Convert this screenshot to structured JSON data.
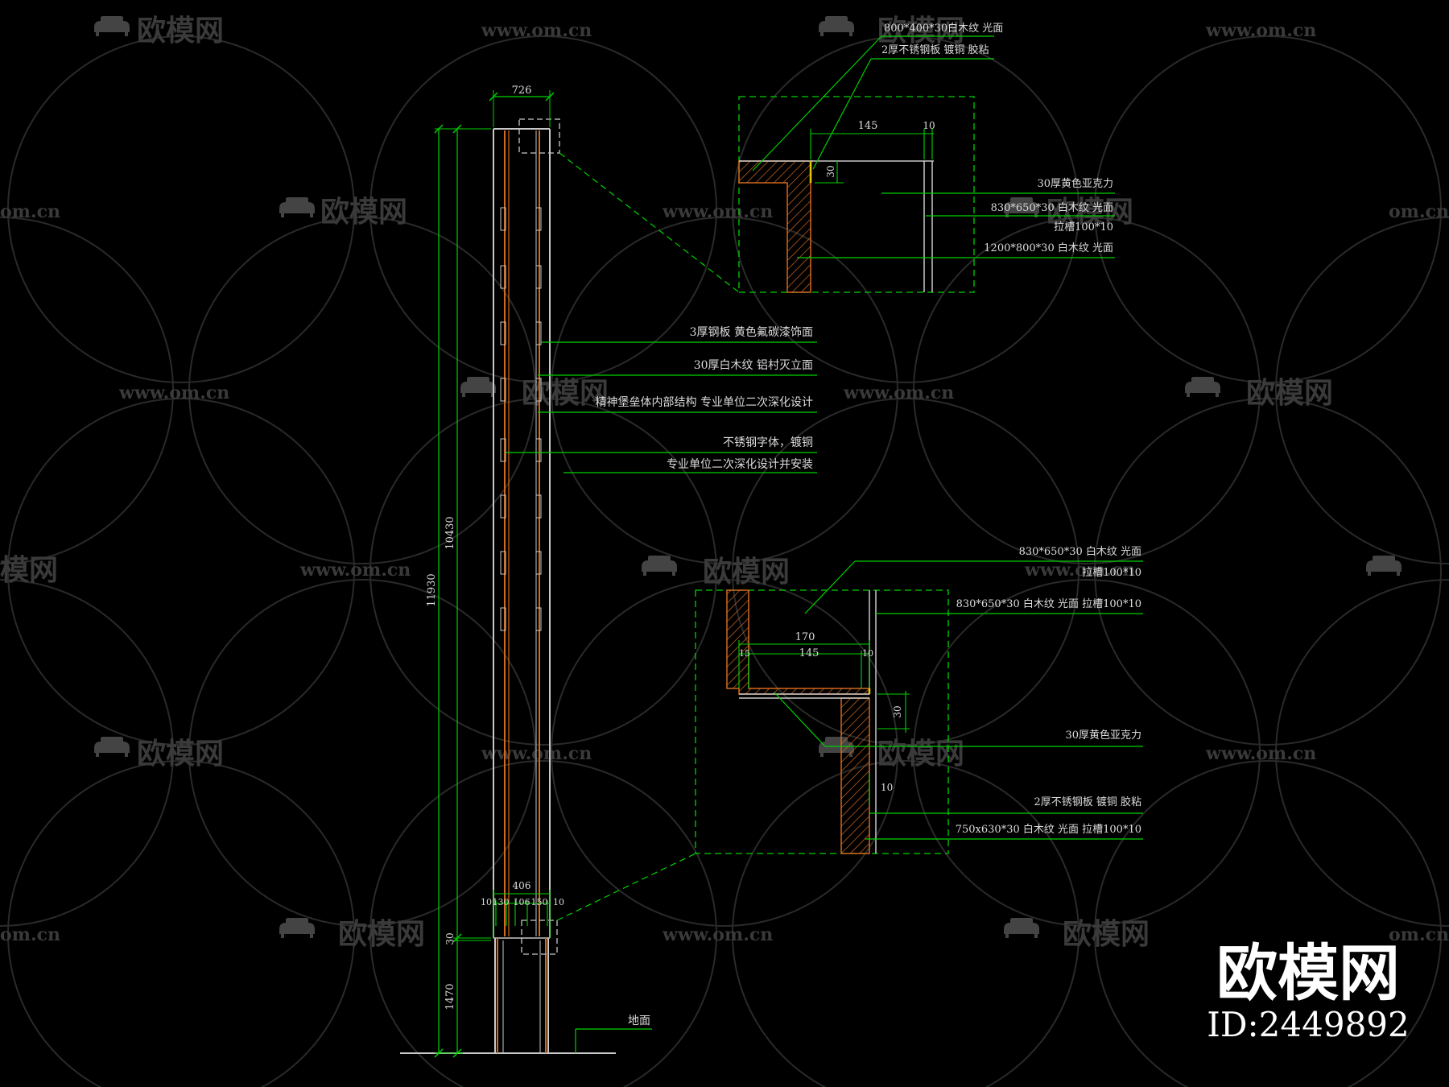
{
  "colors": {
    "background": "#000000",
    "line_green": "#00d200",
    "line_white": "#c8c8c8",
    "line_orange": "#d2691e",
    "line_yellow": "#e6c800",
    "text": "#dcdcdc",
    "watermark": "#3a3a3a"
  },
  "watermark": {
    "logo_text": "欧模网",
    "url_text": "www.om.cn",
    "url_text_partial": "om.cn",
    "logo_partial": "模网",
    "icon": "sofa-icon"
  },
  "brand": {
    "name": "欧模网",
    "id_label": "ID:2449892"
  },
  "elevation": {
    "dim_top_width": "726",
    "dim_total_height": "11930",
    "dim_upper_height": "10430",
    "dim_base_30": "30",
    "dim_base_1470": "1470",
    "dim_bottom_total": "406",
    "dim_bottom_parts": [
      "10",
      "130",
      "106",
      "150",
      "10"
    ],
    "ground_label": "地面",
    "callouts": [
      "3厚钢板 黄色氟碳漆饰面",
      "30厚白木纹 铝村灭立面",
      "精神堡垒体内部结构 专业单位二次深化设计",
      "不锈钢字体，镀铜",
      "专业单位二次深化设计并安装"
    ]
  },
  "detail_top": {
    "callouts_above": [
      "800*400*30白木纹 光面",
      "2厚不锈钢板 镀铜 胶粘"
    ],
    "dim_145": "145",
    "dim_10": "10",
    "dim_30": "30",
    "callouts_right": [
      "30厚黄色亚克力",
      "830*650*30 白木纹 光面",
      "拉槽100*10",
      "1200*800*30 白木纹 光面"
    ]
  },
  "detail_bottom": {
    "callouts_top": [
      "830*650*30 白木纹 光面",
      "拉槽100*10",
      "830*650*30 白木纹 光面 拉槽100*10"
    ],
    "dim_170": "170",
    "dim_15": "15",
    "dim_145": "145",
    "dim_10": "10",
    "dim_30": "30",
    "dim_10b": "10",
    "callouts_bottom": [
      "30厚黄色亚克力",
      "2厚不锈钢板 镀铜 胶粘",
      "750x630*30 白木纹 光面 拉槽100*10"
    ]
  }
}
